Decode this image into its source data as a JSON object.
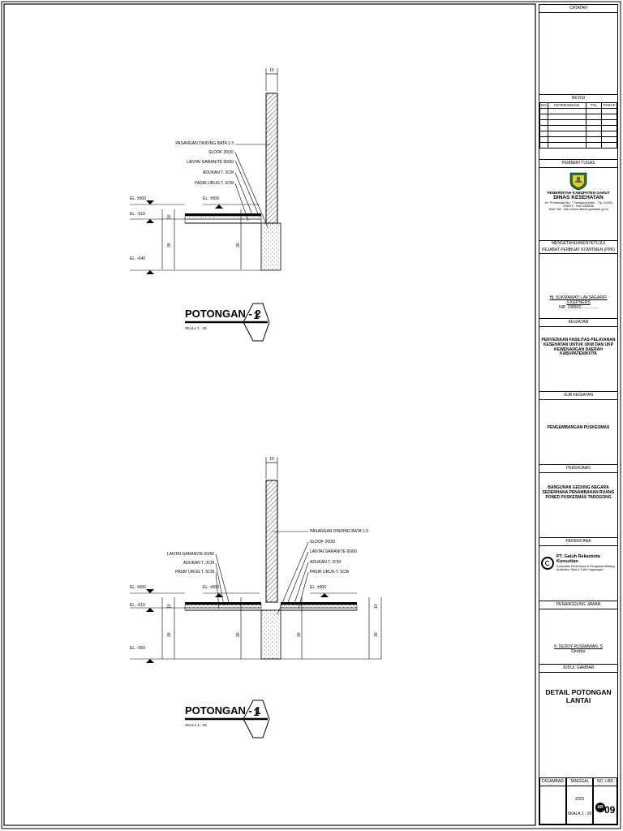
{
  "sheet": {
    "sec1": {
      "title": "POTONGAN - 2",
      "scale": "SKALA 1 : 20",
      "marker": "1",
      "dim_top": "15",
      "labels": [
        "PASANGAN DINDING BATA 1:3",
        "SLOOF 20/30",
        "LANTAI GARANITE 60/60",
        "ADUKAN T. 3CM",
        "PASIR URUG T. 5CM"
      ],
      "elev": [
        "EL. ±000",
        "EL. -010",
        "EL. -040"
      ],
      "elev_inner": "EL. ±000",
      "dims": [
        "10",
        "30"
      ]
    },
    "sec2": {
      "title": "POTONGAN - 1",
      "scale": "SKALA 1 : 20",
      "marker": "1",
      "dim_top": "15",
      "labels_left": [
        "LANTAI GARANITE 60/60",
        "ADUKAN T. 3CM",
        "PASIR URUG T. 5CM"
      ],
      "labels_right": [
        "PASANGAN DINDING BATA 1:3",
        "SLOOF 20/30",
        "LANTAI GARANITE 60/60",
        "ADUKAN T. 3CM",
        "PASIR URUG T. 5CM"
      ],
      "elev": [
        "EL. ±000",
        "EL. -010",
        "EL. -050"
      ],
      "elev_inner": "EL. ±000",
      "dims": [
        "10",
        "30"
      ]
    }
  },
  "titleblock": {
    "catatan": "CATATAN",
    "revisi": "REVISI",
    "rev_cols": [
      "NO",
      "KETERANGAN",
      "TGL",
      "PARAF"
    ],
    "pemberi_tugas": "PEMBERI TUGAS",
    "pemkab": "PEMERINTAH KABUPATEN GARUT",
    "dinas": "DINAS KESEHATAN",
    "address": "Jln. Proklamasi No. 7 Tarogong Kaler - Tlp. (0262) 233873 - Fax.2246636",
    "website": "Web Site : http://www.dinkes.garutkab.go.id",
    "mengetahui": "MENGETAHUI/MENYETUJUI",
    "ppk": "PEJABAT PEMBUAT KOMITMEN (PPK)",
    "ppk_name": "Hj. SUKMAWATI LAKSAGARIP, S.KEP.NERS",
    "ppk_nip": "NIP. 196802...............",
    "kegiatan": "KEGIATAN",
    "kegiatan_text": "PENYEDIAAN FASILITAS PELAYANAN KESEHATAN UNTUK UKM DAN UKP KEWENANGAN DAERAH KABUPATEN/KOTA",
    "sub_kegiatan": "SUB KEGIATAN",
    "sub_kegiatan_text": "PENGEMBANGAN PUSKESMAS",
    "pekerjaan": "PEKERJAAN",
    "pekerjaan_text": "BANGUNAN GEDUNG NEGARA SEDERHANA PENAMBAHAN RUANG PONED PUSKESMAS TAROGONG",
    "perencana": "PERENCANA",
    "perencana_name": "PT. Galuh Rekazinda Konsultan",
    "perencana_sub": "Konsultan Perencana & Pengawas Bidang Arsitektur, Sipil & Tata Lingkungan",
    "penanggung": "PENANGGUNG JAWAB",
    "pj_name": "Ir. DEDDY RUSMAWAN, S",
    "pj_role": "Direktur",
    "judul": "JUDUL GAMBAR",
    "judul_text": "DETAIL POTONGAN LANTAI",
    "digambar": "DIGAMBAR",
    "tanggal": "TANGGAL",
    "no_lbr": "NO. LBR",
    "year": "2023",
    "skala": "SKALA 1 : 20",
    "sheet_code": "AR",
    "sheet_no": "09"
  }
}
